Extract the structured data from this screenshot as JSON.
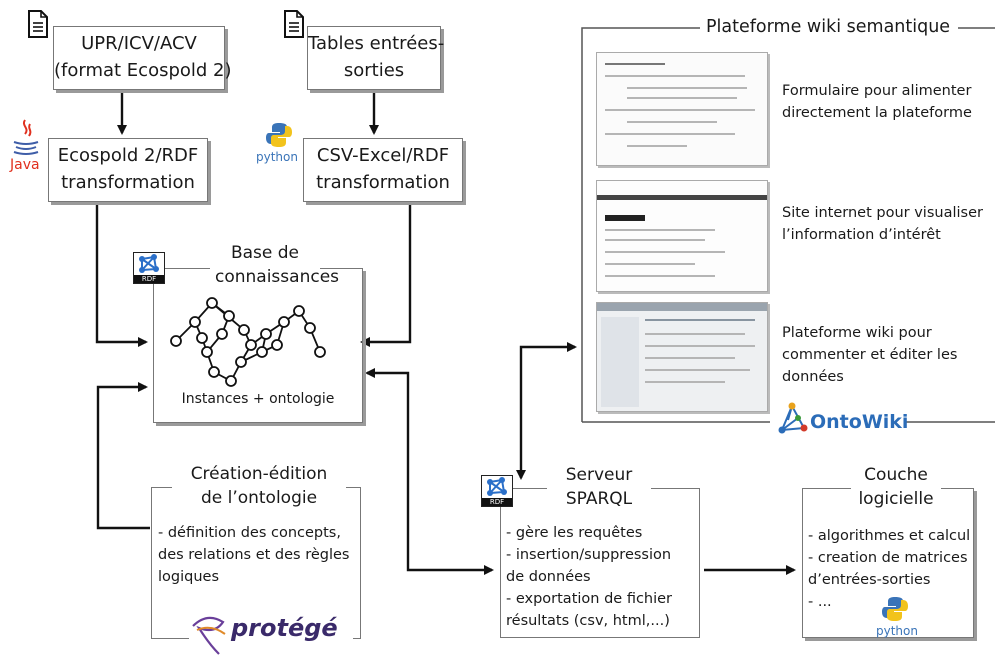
{
  "input_ecospold": {
    "line1": "UPR/ICV/ACV",
    "line2": "(format Ecospold 2)"
  },
  "input_tables": {
    "line1": "Tables entrées-",
    "line2": "sorties"
  },
  "transform_ecospold": {
    "line1": "Ecospold 2/RDF",
    "line2": "transformation",
    "logo": "Java"
  },
  "transform_csv": {
    "line1": "CSV-Excel/RDF",
    "line2": "transformation",
    "logo": "python"
  },
  "knowledge_base": {
    "title1": "Base de",
    "title2": "connaissances",
    "caption": "Instances + ontologie",
    "badge": "RDF"
  },
  "ontology_editing": {
    "title1": "Création-édition",
    "title2": "de l’ontologie",
    "lines": [
      "- définition des concepts,",
      "des relations et des règles",
      "logiques"
    ],
    "logo": "protégé"
  },
  "sparql_server": {
    "title1": "Serveur",
    "title2": "SPARQL",
    "badge": "RDF",
    "lines": [
      "- gère les requêtes",
      "- insertion/suppression",
      "de données",
      "- exportation de fichier",
      "résultats (csv, html,...)"
    ]
  },
  "software_layer": {
    "title1": "Couche",
    "title2": "logicielle",
    "lines": [
      "- algorithmes et calcul",
      "- creation de matrices",
      "d’entrées-sorties",
      "- ..."
    ],
    "logo": "python"
  },
  "wiki_platform": {
    "title": "Plateforme wiki semantique",
    "items": [
      {
        "lines": [
          "Formulaire pour alimenter",
          "directement la plateforme"
        ]
      },
      {
        "lines": [
          "Site internet pour visualiser",
          "l’information d’intérêt"
        ]
      },
      {
        "lines": [
          "Plateforme wiki pour",
          "commenter et éditer les",
          "données"
        ]
      }
    ],
    "logo": "OntoWiki"
  },
  "colors": {
    "java": "#e0301e",
    "python_blue": "#3a74b8",
    "python_yellow": "#f2c31c",
    "rdf_blue": "#2a6fc9",
    "ontowiki_blue": "#2b6cb8",
    "protege_purple": "#6a3f9a"
  }
}
